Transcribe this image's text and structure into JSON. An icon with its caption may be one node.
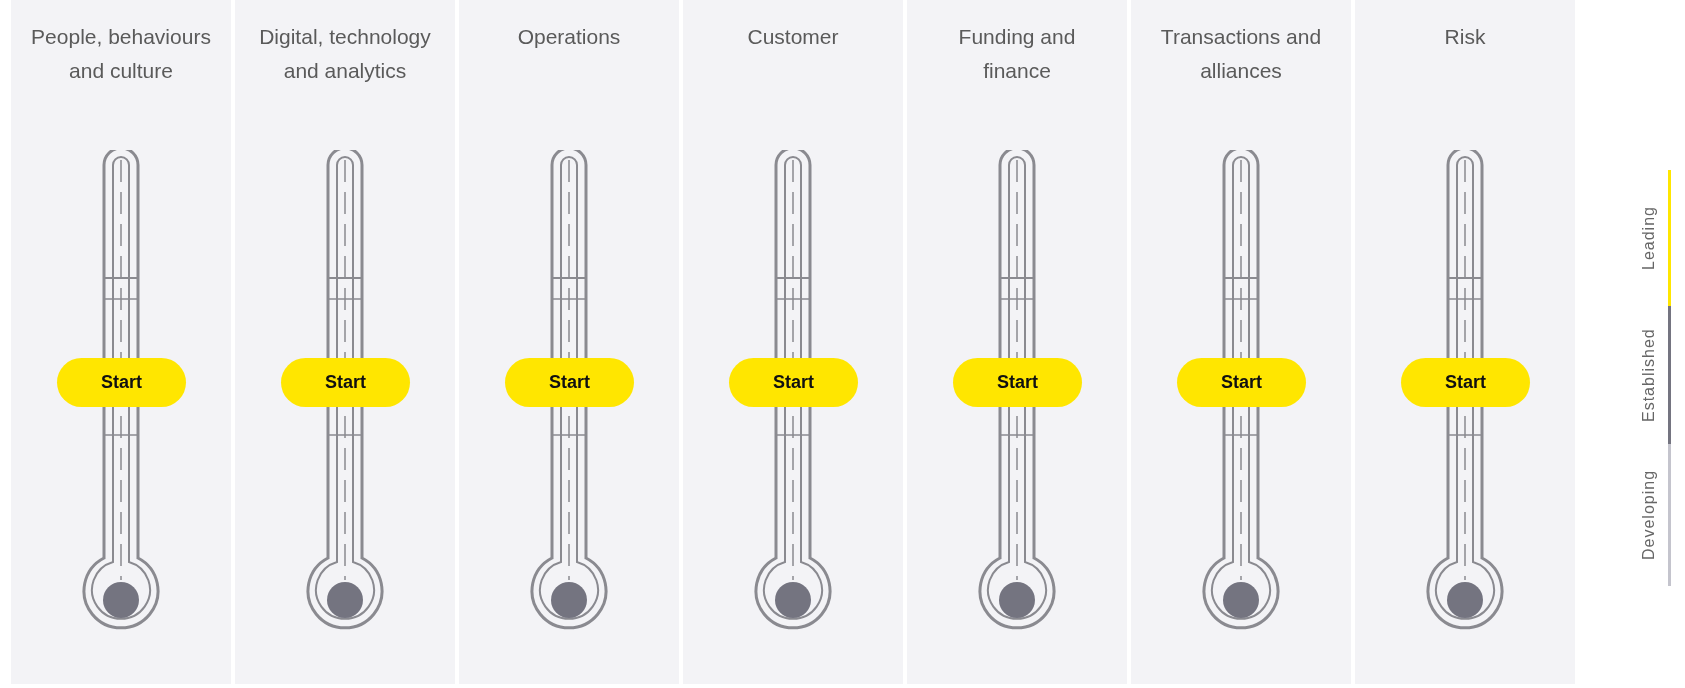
{
  "diagram": {
    "nodes": [
      {
        "text": [
          "People, behaviours and culture"
        ]
      },
      {
        "text": [
          "Start"
        ],
        "in": 0
      },
      {
        "text": [
          "Digital, technology and analytics"
        ]
      },
      {
        "text": [
          "Start"
        ],
        "in": 2
      },
      {
        "text": [
          "Operations"
        ]
      },
      {
        "text": [
          "Start"
        ],
        "in": 4
      },
      {
        "text": [
          "Customer"
        ]
      },
      {
        "text": [
          "Start"
        ],
        "in": 6
      },
      {
        "text": [
          "Funding and finance"
        ]
      },
      {
        "text": [
          "Start"
        ],
        "in": 8
      },
      {
        "text": [
          "Transactions and alliances"
        ]
      },
      {
        "text": [
          "Start"
        ],
        "in": 10
      },
      {
        "text": [
          "Risk"
        ]
      },
      {
        "text": [
          "Start"
        ],
        "in": 12
      }
    ],
    "legend": [
      {
        "text": "Leading",
        "color": "#ffe600"
      },
      {
        "text": "Established",
        "color": "#747480"
      },
      {
        "text": "Developing",
        "color": "#c4c4cd"
      }
    ]
  }
}
